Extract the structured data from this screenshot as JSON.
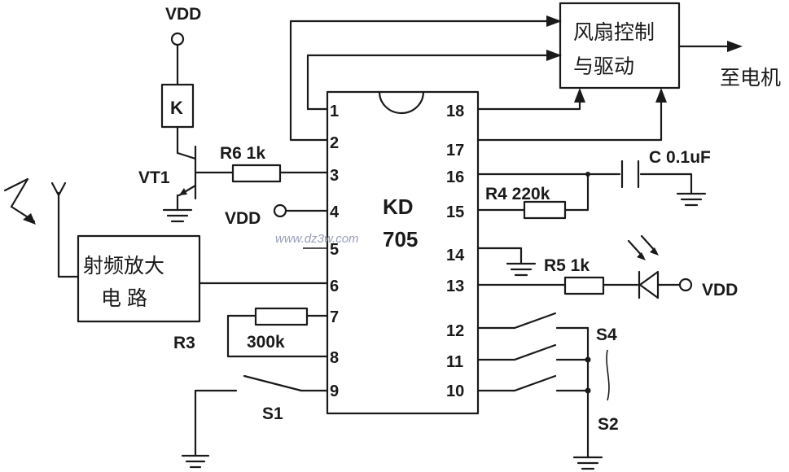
{
  "labels": {
    "vdd_top": "VDD",
    "relay": "K",
    "transistor": "VT1",
    "r6": "R6 1k",
    "vdd_pin4": "VDD",
    "chip_line1": "KD",
    "chip_line2": "705",
    "rf_block_line1": "射频放大",
    "rf_block_line2": "电  路",
    "r3_name": "R3",
    "r3_value": "300k",
    "s1": "S1",
    "fan_block_line1": "风扇控制",
    "fan_block_line2": "与驱动",
    "motor": "至电机",
    "cap": "C 0.1uF",
    "r4": "R4 220k",
    "r5": "R5 1k",
    "vdd_led": "VDD",
    "s4": "S4",
    "s2": "S2",
    "watermark": "www.dz3w.com"
  },
  "pins_left": [
    "1",
    "2",
    "3",
    "4",
    "5",
    "6",
    "7",
    "8",
    "9"
  ],
  "pins_right": [
    "18",
    "17",
    "16",
    "15",
    "14",
    "13",
    "12",
    "11",
    "10"
  ]
}
